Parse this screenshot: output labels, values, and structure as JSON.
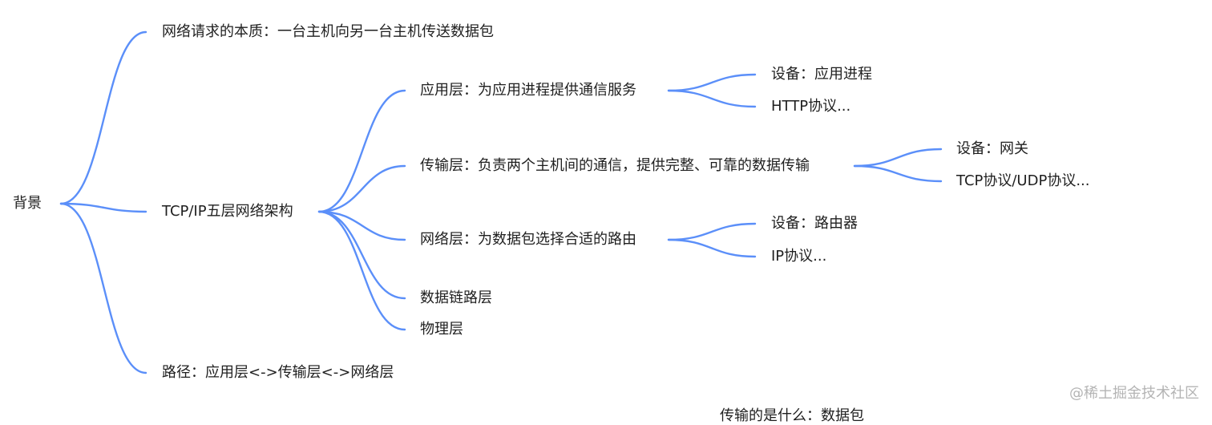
{
  "mindmap": {
    "root": {
      "label": "背景"
    },
    "level1": [
      {
        "label": "网络请求的本质：一台主机向另一台主机传送数据包"
      },
      {
        "label": "TCP/IP五层网络架构"
      },
      {
        "label": "路径：应用层<->传输层<->网络层"
      }
    ],
    "layers": [
      {
        "label": "应用层：为应用进程提供通信服务"
      },
      {
        "label": "传输层：负责两个主机间的通信，提供完整、可靠的数据传输"
      },
      {
        "label": "网络层：为数据包选择合适的路由"
      },
      {
        "label": "数据链路层"
      },
      {
        "label": "物理层"
      }
    ],
    "details": {
      "app": [
        {
          "label": "设备：应用进程"
        },
        {
          "label": "HTTP协议..."
        }
      ],
      "transport": [
        {
          "label": "设备：网关"
        },
        {
          "label": "TCP协议/UDP协议..."
        }
      ],
      "network": [
        {
          "label": "设备：路由器"
        },
        {
          "label": "IP协议..."
        }
      ]
    },
    "cutoff_bottom": "传输的是什么：数据包"
  },
  "watermark": "@稀土掘金技术社区",
  "colors": {
    "edge": "#5b8ff9",
    "text": "#1f1f1f",
    "watermark": "#b4b4b4",
    "background": "#ffffff"
  }
}
